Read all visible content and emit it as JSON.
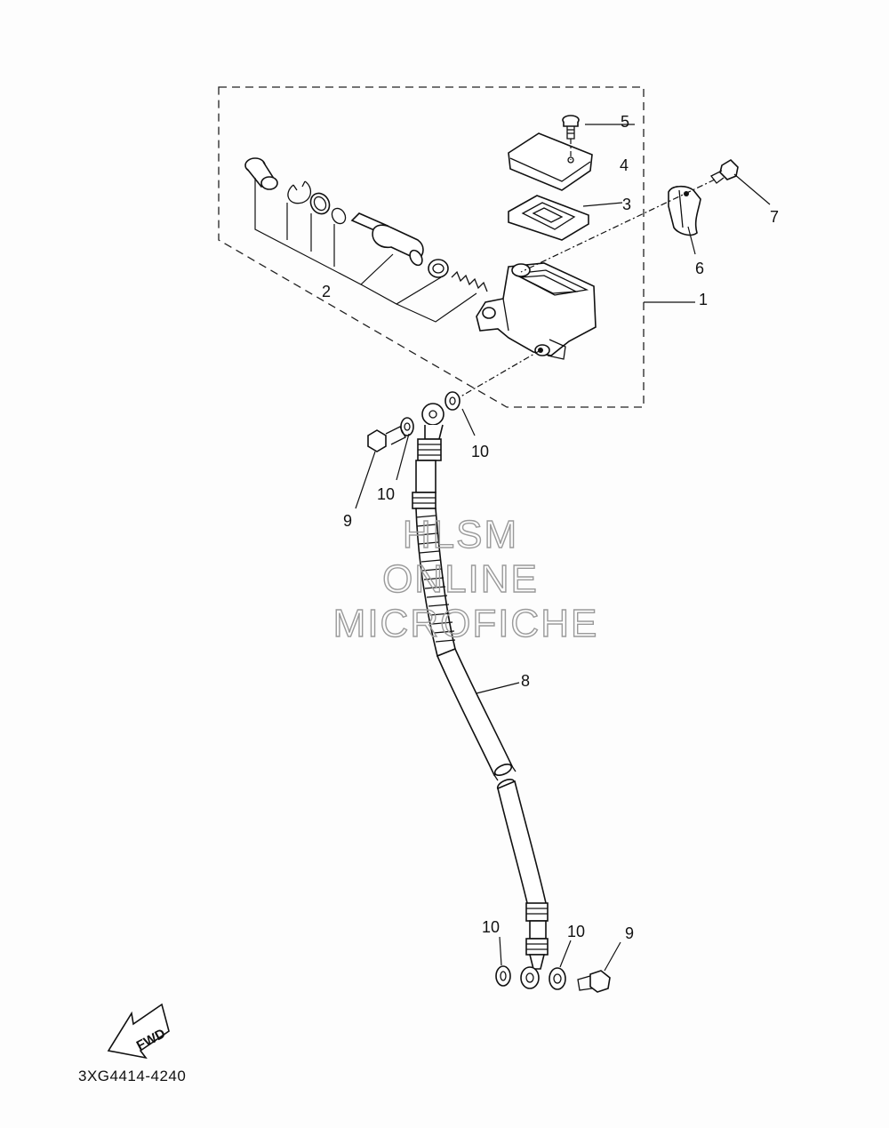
{
  "diagram": {
    "callouts": [
      {
        "id": "c1",
        "text": "1"
      },
      {
        "id": "c2",
        "text": "2"
      },
      {
        "id": "c3",
        "text": "3"
      },
      {
        "id": "c4",
        "text": "4"
      },
      {
        "id": "c5",
        "text": "5"
      },
      {
        "id": "c6",
        "text": "6"
      },
      {
        "id": "c7",
        "text": "7"
      },
      {
        "id": "c8",
        "text": "8"
      },
      {
        "id": "c9a",
        "text": "9"
      },
      {
        "id": "c9b",
        "text": "9"
      },
      {
        "id": "c10a",
        "text": "10"
      },
      {
        "id": "c10b",
        "text": "10"
      },
      {
        "id": "c10c",
        "text": "10"
      },
      {
        "id": "c10d",
        "text": "10"
      }
    ],
    "direction_arrow": {
      "text": "FWD"
    },
    "diagram_code": "3XG4414-4240",
    "watermark": [
      "HLSM",
      "ONLINE",
      "MICROFICHE"
    ]
  }
}
